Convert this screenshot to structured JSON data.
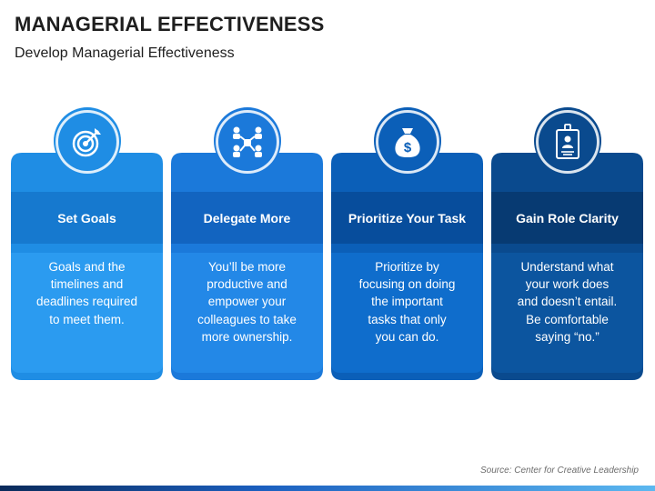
{
  "title": "MANAGERIAL EFFECTIVENESS",
  "subtitle": "Develop Managerial Effectiveness",
  "cards": [
    {
      "icon": "target-icon",
      "heading": "Set Goals",
      "lines": [
        "Goals and the",
        "timelines and",
        "deadlines required",
        "to meet them."
      ],
      "colors": {
        "base": "#1f8de4",
        "head": "#1679cf",
        "body": "#2b9bf0",
        "icon": "#1f8de4"
      }
    },
    {
      "icon": "delegate-network-icon",
      "heading": "Delegate More",
      "lines": [
        "You’ll be more",
        "productive and",
        "empower your",
        "colleagues to take",
        "more ownership."
      ],
      "colors": {
        "base": "#1b79da",
        "head": "#1264c0",
        "body": "#2388e7",
        "icon": "#1b79da"
      }
    },
    {
      "icon": "money-bag-icon",
      "heading": "Prioritize Your Task",
      "lines": [
        "Prioritize by",
        "focusing on doing",
        "the important",
        "tasks that only",
        "you can do."
      ],
      "colors": {
        "base": "#0b5fb8",
        "head": "#074d9c",
        "body": "#0f6dcc",
        "icon": "#0b5fb8"
      }
    },
    {
      "icon": "id-badge-icon",
      "heading": "Gain Role Clarity",
      "lines": [
        "Understand what",
        "your work does",
        "and doesn’t entail.",
        "Be comfortable",
        "saying “no.”"
      ],
      "colors": {
        "base": "#0a4a8e",
        "head": "#073a72",
        "body": "#0c559f",
        "icon": "#0a4a8e"
      }
    }
  ],
  "source": "Source: Center for Creative Leadership"
}
